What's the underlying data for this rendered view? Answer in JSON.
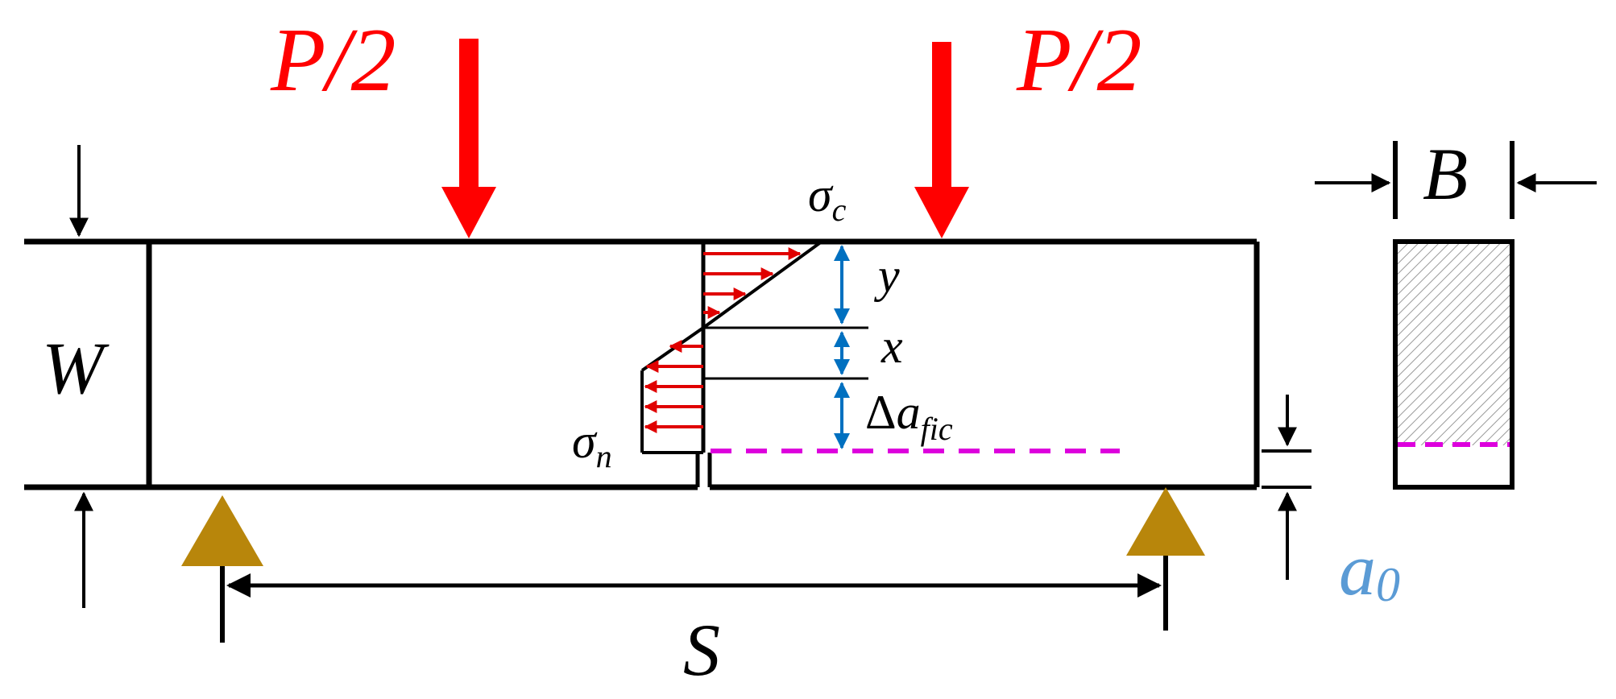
{
  "labels": {
    "load_left": "P/2",
    "load_right": "P/2",
    "height": "W",
    "span": "S",
    "width": "B",
    "notch_base": "a",
    "notch_sub": "0",
    "sigma": "σ",
    "sigma_c_sub": "c",
    "sigma_n_sub": "n",
    "zone_y": "y",
    "zone_x": "x",
    "delta": "Δ",
    "fic_base": "a",
    "fic_sub": "fic"
  },
  "colors": {
    "load": "#ff0000",
    "stress_arrow": "#e00000",
    "dimension": "#0070c0",
    "crack": "#dd00dd",
    "support": "#b8860b",
    "notch_label": "#5b9bd5",
    "outline": "#000000"
  }
}
